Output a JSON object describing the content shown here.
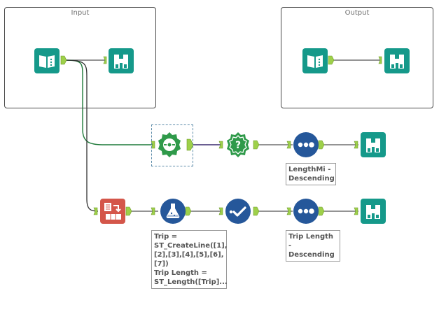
{
  "containers": {
    "input": {
      "title": "Input"
    },
    "output": {
      "title": "Output"
    }
  },
  "annotations": {
    "sort_top": "LengthMi -\nDescending",
    "formula": "Trip =\nST_CreateLine([1],\n[2],[3],[4],[5],[6],\n[7])\nTrip Length =\nST_Length([Trip]...",
    "sort_bottom": "Trip Length -\nDescending"
  },
  "icons": {
    "input_tool": "book-icon",
    "browse_tool": "binoculars-icon",
    "spatial_tool": "spatial-process-icon",
    "test_tool": "question-gear-icon",
    "sort_tool": "sort-dots-icon",
    "formula_tool": "flask-icon",
    "select_tool": "check-icon",
    "transpose_tool": "transpose-icon"
  },
  "colors": {
    "teal": "#15998a",
    "green_gear": "#2f9a4a",
    "navy": "#25579a",
    "red": "#d4564a",
    "anchor": "#9ed04a",
    "connector": "#555555",
    "green_connector": "#1f7a3a",
    "purple_connector": "#3a2a6e"
  }
}
